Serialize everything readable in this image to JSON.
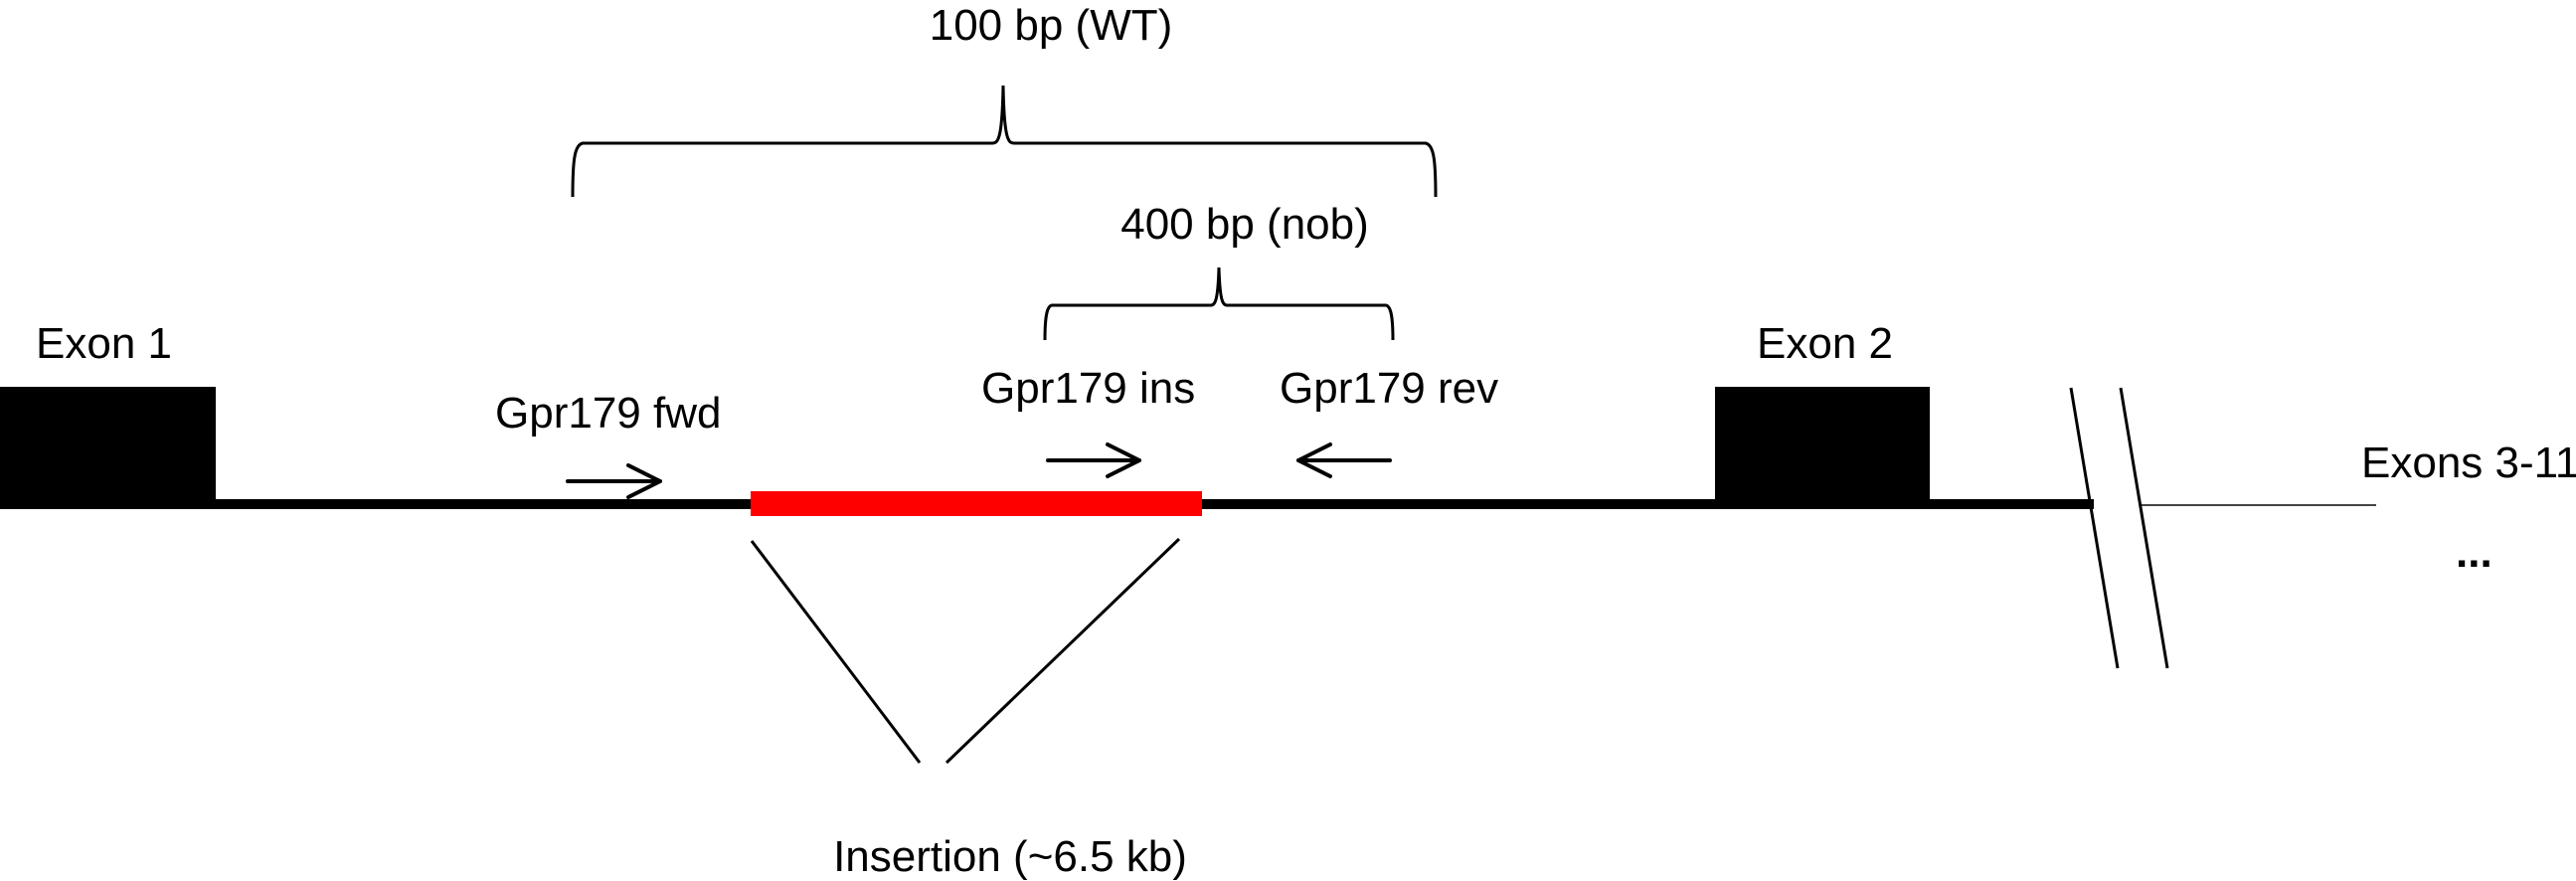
{
  "figure": {
    "gene": "Gpr179",
    "exons": [
      {
        "label": "Exon 1"
      },
      {
        "label": "Exon 2"
      },
      {
        "label": "Exons 3-11"
      }
    ],
    "continuation": "...",
    "insertion": {
      "label": "Insertion (~6.5 kb)",
      "color": "#ff0000"
    },
    "primers": [
      {
        "label": "Gpr179 fwd",
        "direction": "forward"
      },
      {
        "label": "Gpr179 ins",
        "direction": "forward"
      },
      {
        "label": "Gpr179 rev",
        "direction": "reverse"
      }
    ],
    "products": [
      {
        "label": "100 bp (WT)",
        "primers": [
          "Gpr179 fwd",
          "Gpr179 rev"
        ]
      },
      {
        "label": "400 bp (nob)",
        "primers": [
          "Gpr179 ins",
          "Gpr179 rev"
        ]
      }
    ],
    "colors": {
      "feature": "#000000",
      "insertion": "#ff0000",
      "background": "#ffffff"
    }
  }
}
